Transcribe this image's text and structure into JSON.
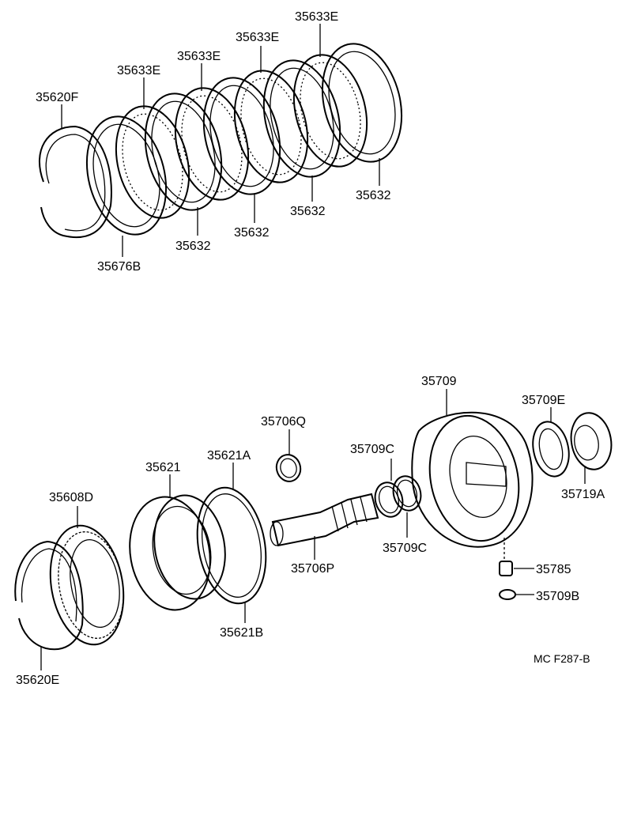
{
  "labels": {
    "p35620F": "35620F",
    "p35633E_1": "35633E",
    "p35633E_2": "35633E",
    "p35633E_3": "35633E",
    "p35633E_4": "35633E",
    "p35632_1": "35632",
    "p35632_2": "35632",
    "p35632_3": "35632",
    "p35632_4": "35632",
    "p35676B": "35676B",
    "p35709": "35709",
    "p35709E": "35709E",
    "p35706Q": "35706Q",
    "p35709C_1": "35709C",
    "p35709C_2": "35709C",
    "p35621": "35621",
    "p35621A": "35621A",
    "p35608D": "35608D",
    "p35719A": "35719A",
    "p35706P": "35706P",
    "p35785": "35785",
    "p35709B": "35709B",
    "p35621B": "35621B",
    "p35620E": "35620E"
  },
  "figure_code": "MC F287-B"
}
